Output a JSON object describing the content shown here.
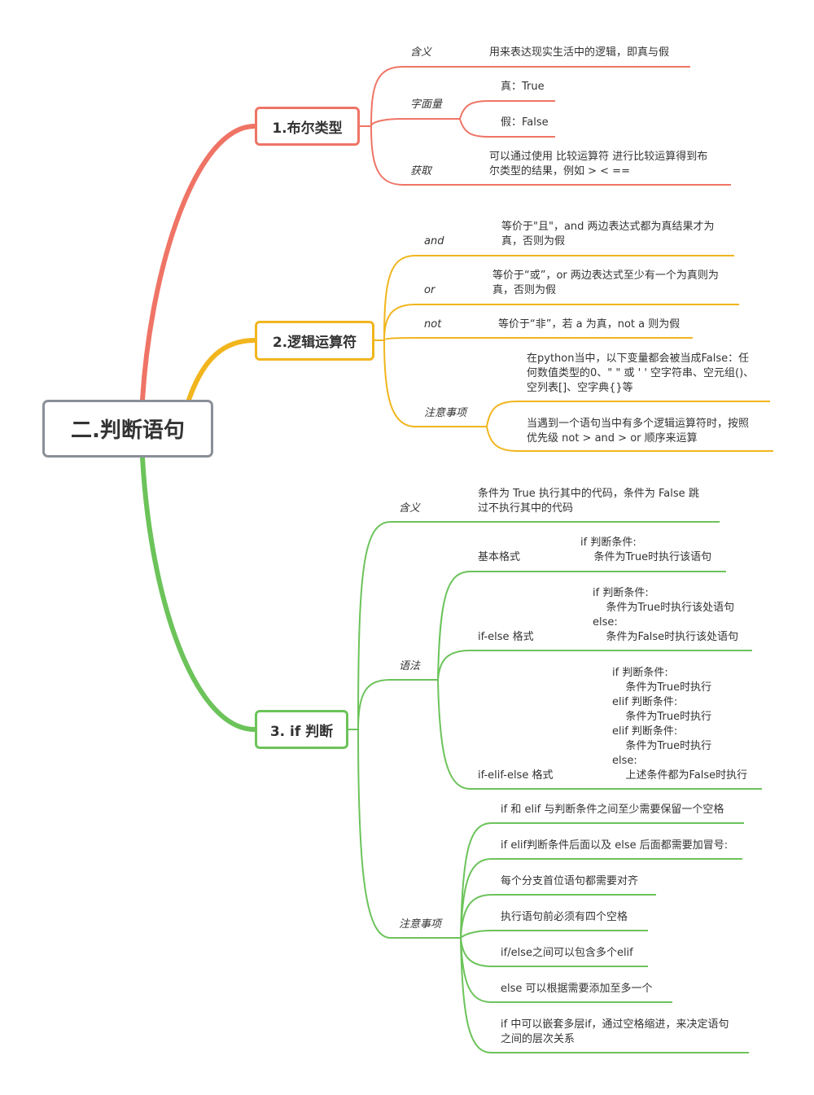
{
  "root": {
    "label": "二.判断语句"
  },
  "colors": {
    "branch1": "#ef7466",
    "branch2": "#f1b51d",
    "branch3": "#6cc35a",
    "root_border": "#8a8f99"
  },
  "b1": {
    "title": "1.布尔类型",
    "meaning_label": "含义",
    "meaning_text": "用来表达现实生活中的逻辑，即真与假",
    "literal_label": "字面量",
    "literal_true": "真：True",
    "literal_false": "假：False",
    "obtain_label": "获取",
    "obtain_line1": "可以通过使用 比较运算符 进行比较运算得到布",
    "obtain_line2": "尔类型的结果，例如 > <  =="
  },
  "b2": {
    "title": "2.逻辑运算符",
    "and_label": "and",
    "and_line1": "等价于\"且\"，and 两边表达式都为真结果才为",
    "and_line2": "真，否则为假",
    "or_label": "or",
    "or_line1": "等价于“或”，or 两边表达式至少有一个为真则为",
    "or_line2": "真，否则为假",
    "not_label": "not",
    "not_text": "等价于“非”，若 a 为真，not a 则为假",
    "notes_label": "注意事项",
    "note1_line1": "在python当中，以下变量都会被当成False：任",
    "note1_line2": "何数值类型的0、\" \" 或 ' ' 空字符串、空元组()、",
    "note1_line3": "空列表[]、空字典{}等",
    "note2_line1": "当遇到一个语句当中有多个逻辑运算符时，按照",
    "note2_line2": "优先级 not > and > or 顺序来运算"
  },
  "b3": {
    "title": "3. if 判断",
    "meaning_label": "含义",
    "meaning_line1": "条件为 True 执行其中的代码，条件为 False 跳",
    "meaning_line2": "过不执行其中的代码",
    "syntax_label": "语法",
    "basic_label": "基本格式",
    "basic_code": [
      "if 判断条件:",
      "    条件为True时执行该语句"
    ],
    "ifelse_label": "if-else 格式",
    "ifelse_code": [
      "if 判断条件:",
      "    条件为True时执行该处语句",
      "else:",
      "    条件为False时执行该处语句"
    ],
    "ifelif_label": "if-elif-else 格式",
    "ifelif_code": [
      "if 判断条件:",
      "    条件为True时执行",
      "elif 判断条件:",
      "    条件为True时执行",
      "elif 判断条件:",
      "    条件为True时执行",
      "else:",
      "    上述条件都为False时执行"
    ],
    "notes_label": "注意事项",
    "notes": [
      "if 和 elif 与判断条件之间至少需要保留一个空格",
      "if elif判断条件后面以及 else 后面都需要加冒号:",
      "每个分支首位语句都需要对齐",
      "执行语句前必须有四个空格",
      "if/else之间可以包含多个elif",
      "else 可以根据需要添加至多一个"
    ],
    "last_note_line1": "if 中可以嵌套多层if，通过空格缩进，来决定语句",
    "last_note_line2": "之间的层次关系"
  }
}
